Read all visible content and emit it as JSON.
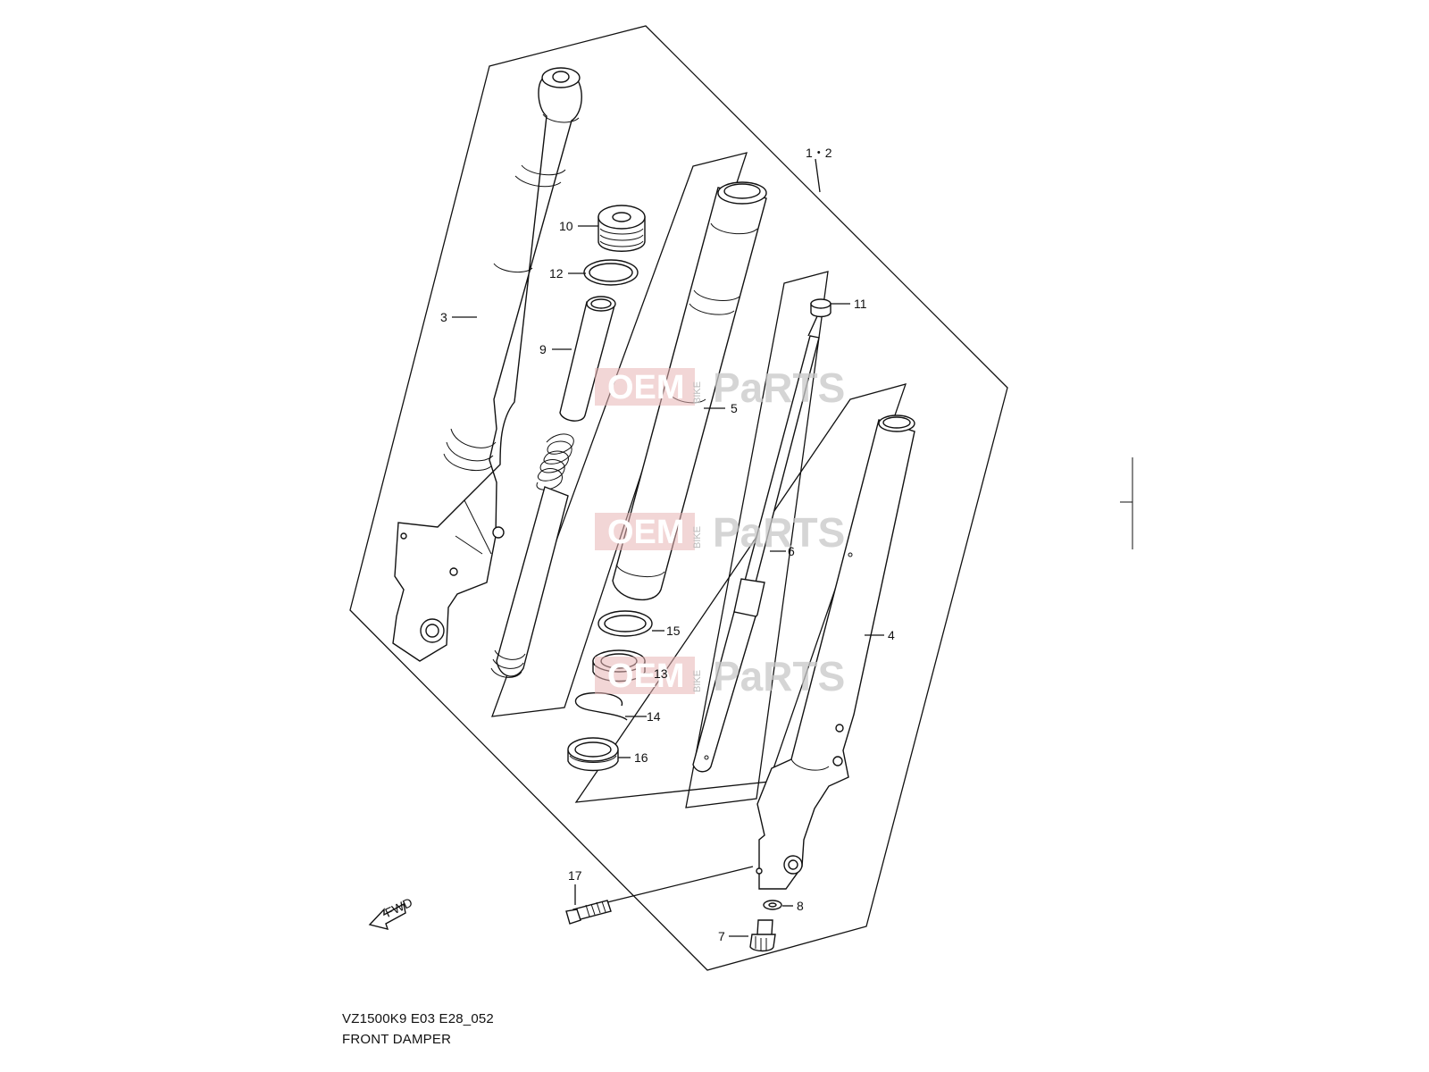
{
  "diagram": {
    "code": "VZ1500K9 E03 E28_052",
    "title": "FRONT DAMPER",
    "assembly_label": "1・2",
    "fwd_label": "FWD",
    "watermark": {
      "left": "OEM",
      "middle": "BIKE",
      "right": "PaRTS"
    },
    "callouts": [
      {
        "id": "3",
        "text": "3"
      },
      {
        "id": "10",
        "text": "10"
      },
      {
        "id": "12",
        "text": "12"
      },
      {
        "id": "9",
        "text": "9"
      },
      {
        "id": "5",
        "text": "5"
      },
      {
        "id": "11",
        "text": "11"
      },
      {
        "id": "6",
        "text": "6"
      },
      {
        "id": "4",
        "text": "4"
      },
      {
        "id": "15",
        "text": "15"
      },
      {
        "id": "13",
        "text": "13"
      },
      {
        "id": "14",
        "text": "14"
      },
      {
        "id": "16",
        "text": "16"
      },
      {
        "id": "17",
        "text": "17"
      },
      {
        "id": "8",
        "text": "8"
      },
      {
        "id": "7",
        "text": "7"
      }
    ]
  }
}
